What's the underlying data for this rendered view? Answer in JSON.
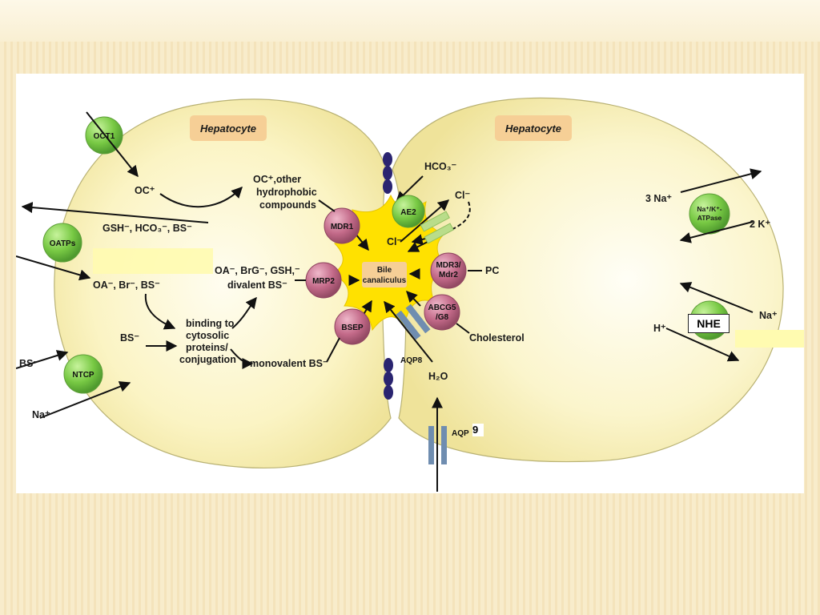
{
  "cells": {
    "left_title": "Hepatocyte",
    "right_title": "Hepatocyte"
  },
  "canaliculus": {
    "line1": "Bile",
    "line2": "canaliculus"
  },
  "transporters": {
    "oct1": "OCT1",
    "oatps": "OATPs",
    "ntcp": "NTCP",
    "mdr1": "MDR1",
    "mrp2": "MRP2",
    "bsep": "BSEP",
    "ae2": "AE2",
    "mdr3_l1": "MDR3/",
    "mdr3_l2": "Mdr2",
    "abcg_l1": "ABCG5",
    "abcg_l2": "/G8",
    "atpase_l1": "Na⁺/K⁺-",
    "atpase_l2": "ATPase",
    "nhe": "NHE"
  },
  "substances": {
    "oc": "OC⁺",
    "oc_other_1": "OC⁺,other",
    "oc_other_2": "hydrophobic",
    "oc_other_3": "compounds",
    "gsh_hco3_bs": "GSH⁻, HCO₃⁻, BS⁻",
    "oa_br_bs": "OA⁻, Br⁻, BS⁻",
    "bs_minus": "BS⁻",
    "bs_left": "BS⁻",
    "na_left": "Na⁺",
    "oa_brg_gsh": "OA⁻, BrG⁻, GSH,⁻",
    "divalent_bs": "divalent BS⁻",
    "binding_1": "binding to",
    "binding_2": "cytosolic",
    "binding_3": "proteins/",
    "binding_4": "conjugation",
    "monovalent_bs": "monovalent BS⁻",
    "hco3_top": "HCO₃⁻",
    "cl_minus_1": "Cl⁻",
    "cl_minus_2": "Cl⁻",
    "pc": "PC",
    "cholesterol": "Cholesterol",
    "aqp8": "AQP8",
    "h2o": "H₂O",
    "aqp9": "AQP",
    "aqp9_num": "9",
    "na3": "3 Na⁺",
    "k2": "2 K⁺",
    "na_right": "Na⁺",
    "h_right": "H⁺"
  },
  "colors": {
    "cell_fill": "#f8f1b5",
    "cell_stroke": "#b5b070",
    "canaliculus": "#ffe100",
    "green_transporter": "#86d34e",
    "pink_transporter": "#c8728f",
    "label_box": "#f7d39b",
    "junction": "#2a2470",
    "aquaporin": "#6f8db0"
  }
}
